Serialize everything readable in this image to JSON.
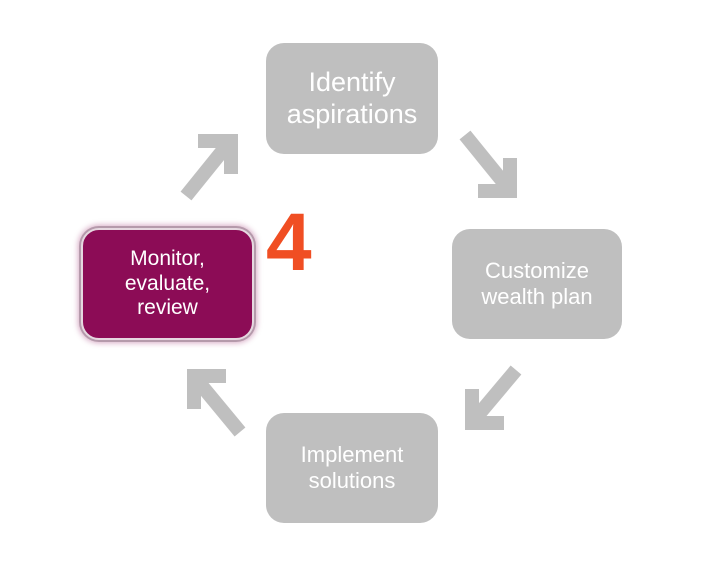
{
  "steps": {
    "identify": "Identify\naspirations",
    "customize": "Customize\nwealth plan",
    "implement": "Implement\nsolutions",
    "monitor": "Monitor,\nevaluate,\nreview"
  },
  "active_step_number": "4",
  "colors": {
    "inactive_box": "#bfbfbf",
    "active_box": "#8c0c56",
    "arrow": "#bfbfbf",
    "step_number": "#f04e23",
    "box_text": "#ffffff"
  }
}
